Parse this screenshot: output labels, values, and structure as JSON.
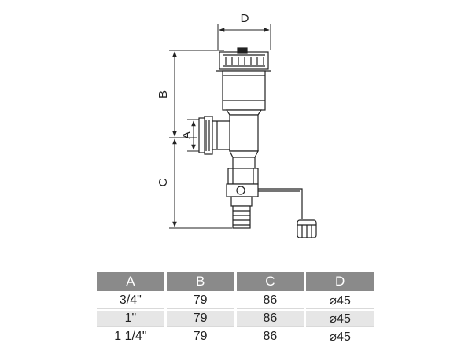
{
  "dimension_labels": {
    "a": "A",
    "b": "B",
    "c": "C",
    "d": "D"
  },
  "table": {
    "headers": [
      "A",
      "B",
      "C",
      "D"
    ],
    "rows": [
      [
        "3/4\"",
        "79",
        "86",
        "⌀45"
      ],
      [
        "1\"",
        "79",
        "86",
        "⌀45"
      ],
      [
        "1 1/4\"",
        "79",
        "86",
        "⌀45"
      ]
    ]
  },
  "colors": {
    "header_fill": "#8a8a8a",
    "row_shade": "#e6e6e6",
    "line": "#222222"
  }
}
